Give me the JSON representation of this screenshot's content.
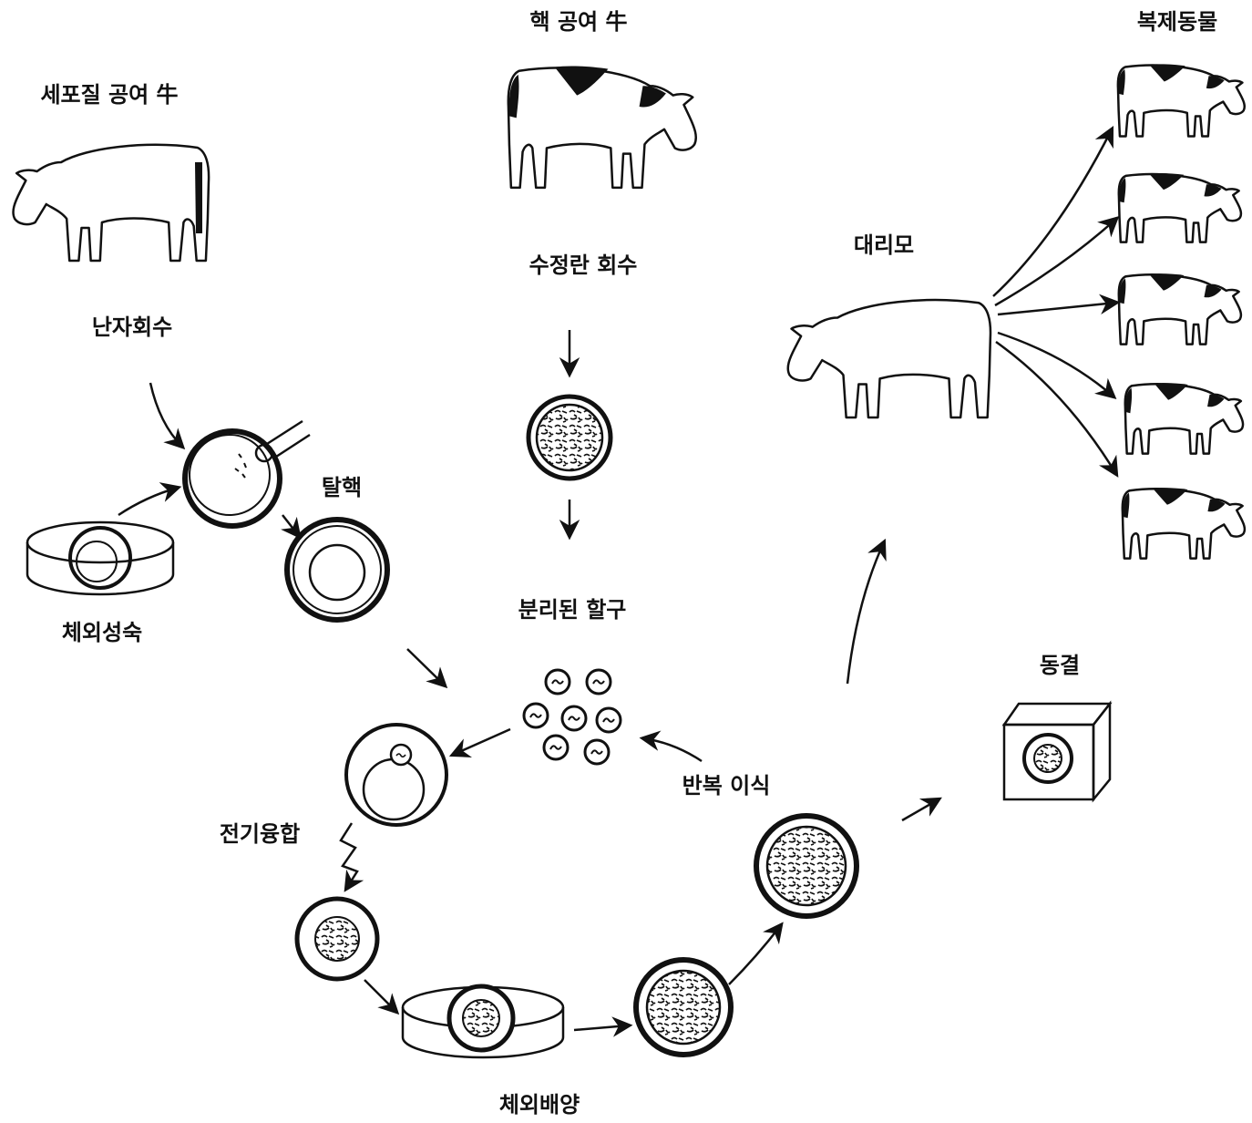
{
  "labels": {
    "cytoplasm_donor": "세포질 공여 牛",
    "nucleus_donor": "핵 공여 牛",
    "cloned_animals": "복제동물",
    "embryo_recovery": "수정란 회수",
    "surrogate": "대리모",
    "oocyte_recovery": "난자회수",
    "enucleation": "탈핵",
    "in_vitro_maturation": "체외성숙",
    "separated_blastomeres": "분리된 할구",
    "freezing": "동결",
    "repeated_transfer": "반복 이식",
    "electrofusion": "전기융합",
    "in_vitro_culture": "체외배양"
  },
  "colors": {
    "ink": "#111111",
    "background": "#ffffff"
  }
}
